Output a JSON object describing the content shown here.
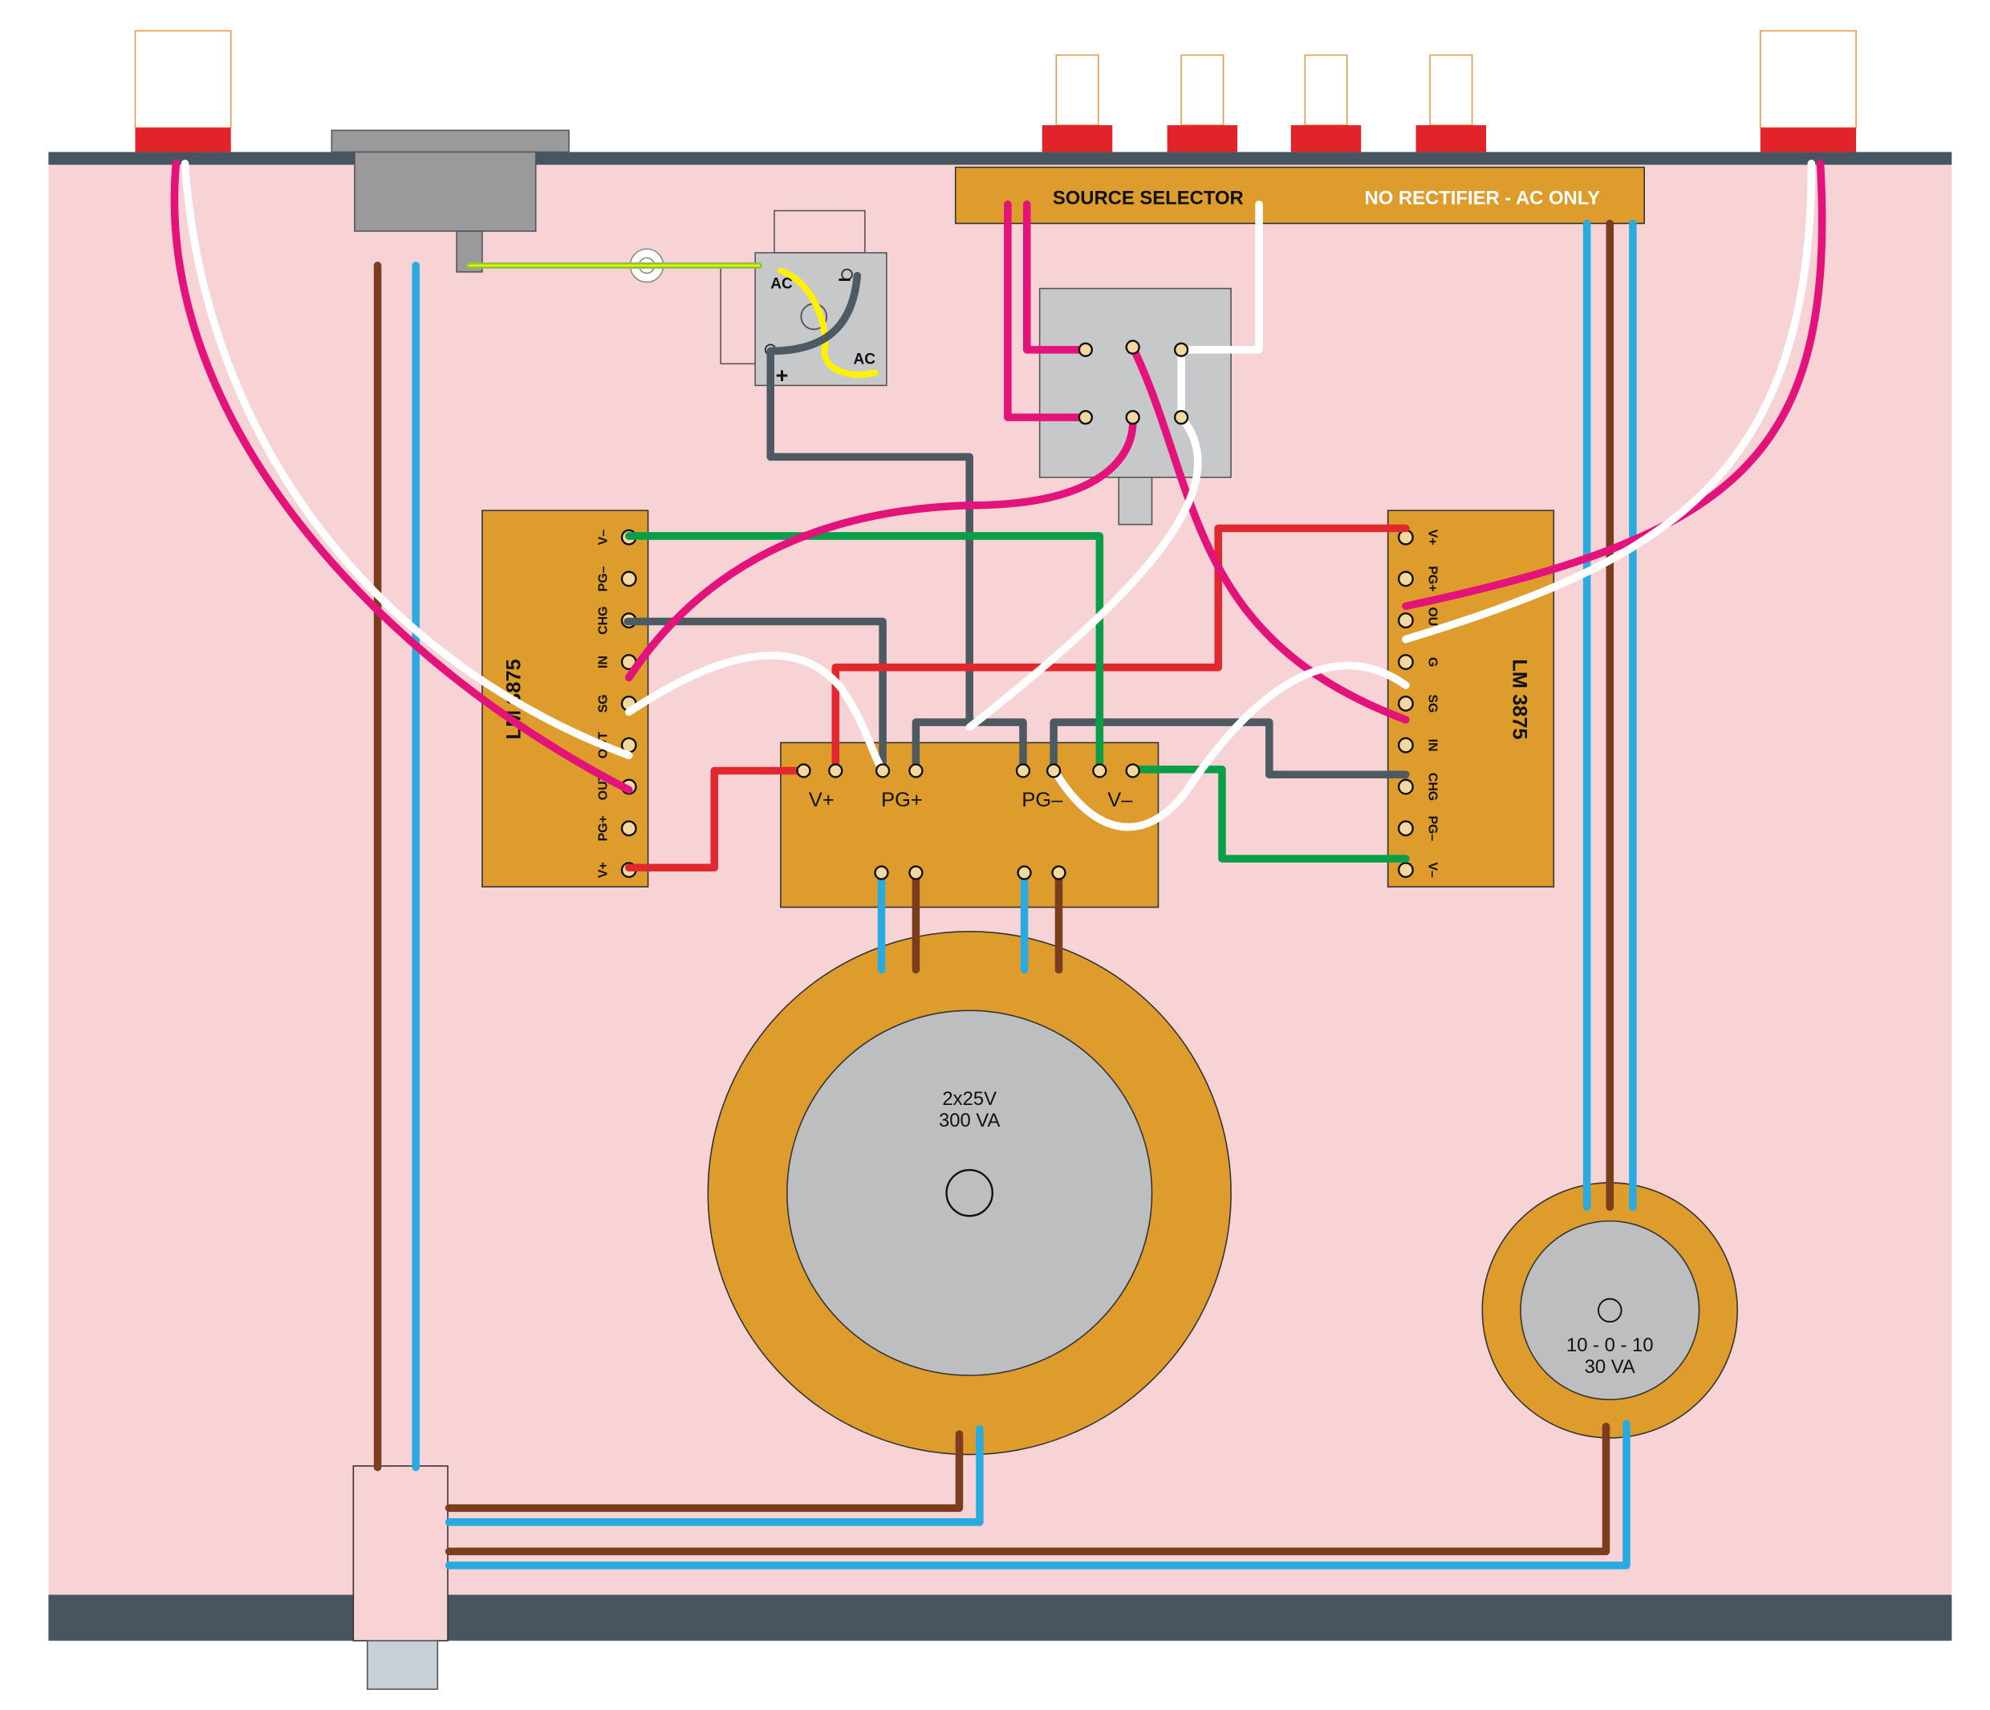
{
  "source_selector": {
    "title": "SOURCE SELECTOR",
    "note": "NO RECTIFIER - AC ONLY"
  },
  "amp_left": {
    "title": "LM 3875",
    "pins": [
      "V–",
      "PG–",
      "CHG",
      "IN",
      "SG",
      "OUT",
      "OUT",
      "PG+",
      "V+"
    ]
  },
  "amp_right": {
    "title": "LM 3875",
    "pins": [
      "V+",
      "PG+",
      "OUT",
      "G",
      "SG",
      "IN",
      "CHG",
      "PG–",
      "V–"
    ]
  },
  "psu": {
    "labels": [
      "V+",
      "PG+",
      "PG–",
      "V–"
    ]
  },
  "bridge": {
    "ac1": "AC",
    "ac2": "AC",
    "minus": "–",
    "plus": "+"
  },
  "transformer_main": {
    "line1": "2x25V",
    "line2": "300 VA"
  },
  "transformer_small": {
    "line1": "10 - 0 - 10",
    "line2": "30 VA"
  },
  "colors": {
    "chassis_fill": "#f8d3d6",
    "chassis_rail": "#46555f",
    "board": "#dd9c2b",
    "wire_live": "#7a3e1e",
    "wire_neutral": "#29abe2",
    "wire_hot_signal": "#e4127b",
    "wire_signal": "#ffffff",
    "wire_positive": "#e0282e",
    "wire_ground": "#4d5a62",
    "wire_negative": "#0b9e48",
    "wire_earth": "#8cc63f",
    "switch_body": "#c7c8ca"
  }
}
